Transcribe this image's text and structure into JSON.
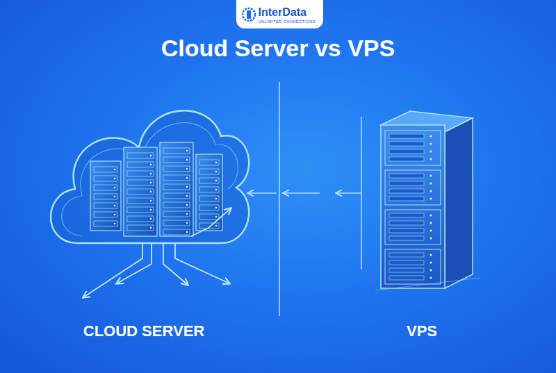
{
  "diagram": {
    "title": "Cloud Server vs VPS",
    "nodes": [
      {
        "text": [
          "InterData",
          "UNLIMITED CONNECTIONS"
        ]
      }
    ],
    "labels": [
      "CLOUD SERVER",
      "VPS"
    ]
  }
}
